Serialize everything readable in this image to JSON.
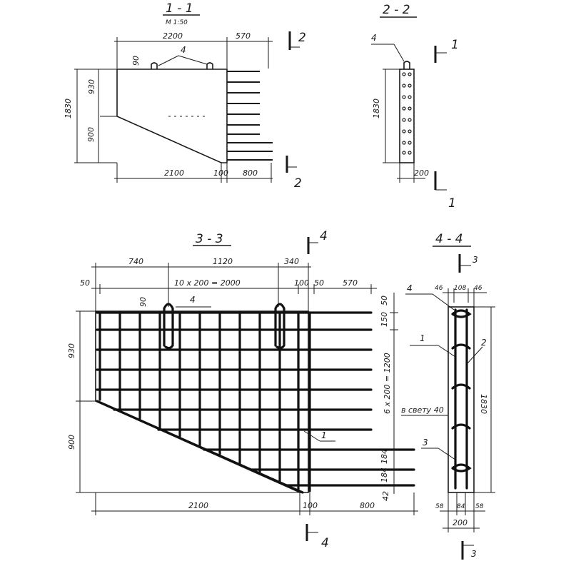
{
  "section_1_1": {
    "title": "1 - 1",
    "scale": "M 1:50",
    "dims": {
      "top_width": "2200",
      "top_right": "570",
      "hook_offset": "90",
      "total_height": "1830",
      "upper_height": "930",
      "lower_height": "900",
      "bottom_width": "2100",
      "bottom_gap": "100",
      "bottom_right": "800"
    },
    "callout": "4",
    "cut_mark_top": "2",
    "cut_mark_bottom": "2"
  },
  "section_2_2": {
    "title": "2 - 2",
    "callout": "4",
    "height": "1830",
    "width": "200",
    "cut_mark_top": "1",
    "cut_mark_bottom": "1"
  },
  "section_3_3": {
    "title": "3 - 3",
    "cut_mark_top": "4",
    "cut_mark_bottom": "4",
    "dims": {
      "d740": "740",
      "d1120": "1120",
      "d340": "340",
      "left_50": "50",
      "mesh_span": "10 x 200 = 2000",
      "d100": "100",
      "d50": "50",
      "d570": "570",
      "hook_90": "90",
      "right_50": "50",
      "right_150": "150",
      "vertical_spacing": "6 x 200 = 1200",
      "d184_a": "184",
      "d184_b": "184",
      "d42": "42",
      "upper_height": "930",
      "lower_height": "900",
      "bottom_2100": "2100",
      "bottom_100": "100",
      "bottom_800": "800"
    },
    "callout_hook": "4",
    "callout_bar": "1"
  },
  "section_4_4": {
    "title": "4 - 4",
    "cut_mark_top": "3",
    "cut_mark_bottom": "3",
    "dims": {
      "top_46a": "46",
      "top_108": "108",
      "top_46b": "46",
      "height": "1830",
      "bot_58a": "58",
      "bot_84": "84",
      "bot_58b": "58",
      "bot_200": "200"
    },
    "clear_note": "в свету 40",
    "callouts": {
      "c4": "4",
      "c1": "1",
      "c2": "2",
      "c3": "3"
    }
  },
  "colors": {
    "ink": "#1a1a1a",
    "paper": "#ffffff"
  }
}
